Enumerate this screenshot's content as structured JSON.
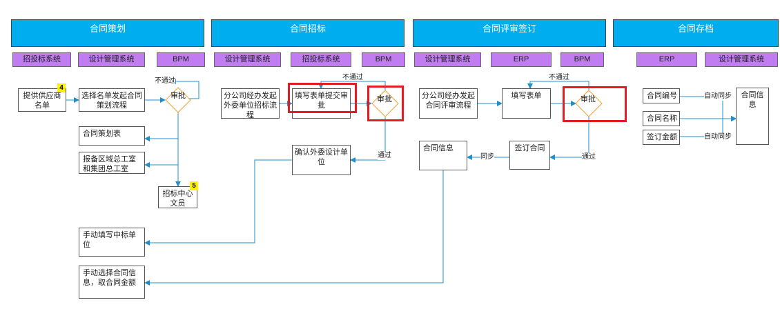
{
  "phases": {
    "planning": "合同策划",
    "bidding": "合同招标",
    "review": "合同评审签订",
    "archive": "合同存档"
  },
  "systems": {
    "p_bid": "招投标系统",
    "p_design": "设计管理系统",
    "p_bpm": "BPM",
    "b_design": "设计管理系统",
    "b_bid": "招投标系统",
    "b_bpm": "BPM",
    "r_design": "设计管理系统",
    "r_erp": "ERP",
    "r_bpm": "BPM",
    "a_erp": "ERP",
    "a_design": "设计管理系统"
  },
  "nodes": {
    "supplier_list": "提供供应商名单",
    "select_list": "选择名单发起合同策划流程",
    "approve1": "审批",
    "plan_table": "合同策划表",
    "report": "报备区域总工室和集团总工室",
    "bid_clerk": "招标中心文员",
    "branch_bid": "分公司经办发起外委单位招标流程",
    "fill_submit": "填写表单提交审批",
    "approve2": "审批",
    "confirm_unit": "确认外委设计单位",
    "manual_bid_unit": "手动填写中标单位",
    "manual_select": "手动选择合同信息，取合同金额",
    "branch_review": "分公司经办发起合同评审流程",
    "fill_form": "填写表单",
    "approve3": "审批",
    "sign": "签订合同",
    "contract_info": "合同信息",
    "contract_no": "合同编号",
    "contract_name": "合同名称",
    "sign_amount": "签订金额",
    "contract_info_archive": "合同信息"
  },
  "labels": {
    "reject1": "不通过",
    "reject2": "不通过",
    "pass2": "通过",
    "reject3": "不通过",
    "pass3": "通过",
    "sync": "同步",
    "auto_sync1": "自动同步",
    "auto_sync2": "自动同步"
  },
  "badges": {
    "b4": "4",
    "b5": "5"
  },
  "colors": {
    "phase_header": "#00AEEF",
    "system_header": "#C07CF0",
    "connector": "#1F8FC9",
    "decision": "#F0A030",
    "highlight": "#E31C23",
    "badge": "#FFF200"
  }
}
